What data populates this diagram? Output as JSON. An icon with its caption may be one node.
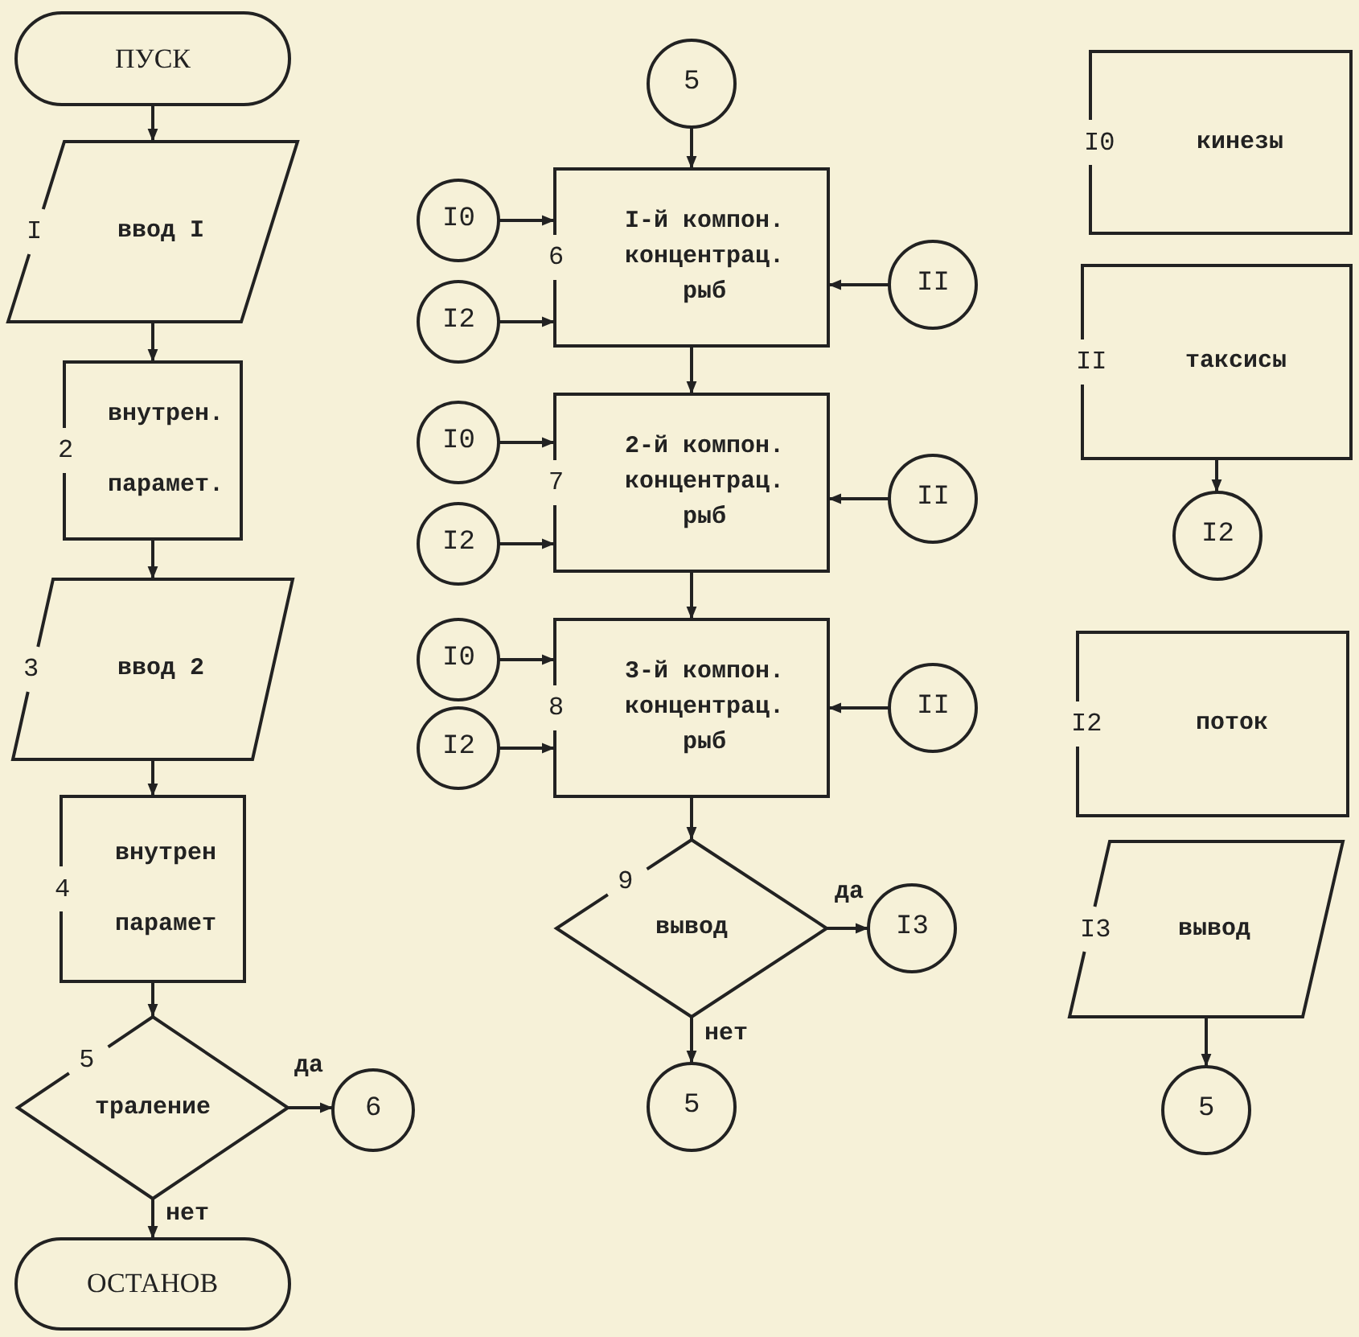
{
  "diagram": {
    "nodes": [
      {
        "text": [
          "ПУСК"
        ]
      },
      {
        "text": [
          "I",
          "ввод I"
        ]
      },
      {
        "text": [
          "2",
          "внутрен. парамет."
        ]
      },
      {
        "text": [
          "3",
          "ввод 2"
        ]
      },
      {
        "text": [
          "4",
          "внутрен парамет"
        ]
      },
      {
        "text": [
          "5",
          "траление"
        ]
      },
      {
        "text": [
          "6"
        ]
      },
      {
        "text": [
          "ОСТАНОВ"
        ]
      },
      {
        "text": [
          "5"
        ]
      },
      {
        "text": [
          "I0"
        ]
      },
      {
        "text": [
          "6",
          "I-й компон. концентрац. рыб"
        ]
      },
      {
        "text": [
          "I2"
        ]
      },
      {
        "text": [
          "II"
        ]
      },
      {
        "text": [
          "I0"
        ]
      },
      {
        "text": [
          "7",
          "2-й компон. концентрац. рыб"
        ]
      },
      {
        "text": [
          "I2"
        ]
      },
      {
        "text": [
          "II"
        ]
      },
      {
        "text": [
          "I0"
        ]
      },
      {
        "text": [
          "8",
          "3-й компон. концентрац. рыб"
        ]
      },
      {
        "text": [
          "I2"
        ]
      },
      {
        "text": [
          "II"
        ]
      },
      {
        "text": [
          "9",
          "вывод"
        ]
      },
      {
        "text": [
          "I3"
        ]
      },
      {
        "text": [
          "5"
        ]
      },
      {
        "text": [
          "I0",
          "кинезы"
        ]
      },
      {
        "text": [
          "II",
          "таксисы"
        ]
      },
      {
        "text": [
          "I2"
        ]
      },
      {
        "text": [
          "I2",
          "поток"
        ]
      },
      {
        "text": [
          "I3",
          "вывод"
        ]
      },
      {
        "text": [
          "5"
        ]
      }
    ],
    "edges": [
      {
        "from": 0,
        "to": 1,
        "arrow": "to"
      },
      {
        "from": 1,
        "to": 2,
        "arrow": "to"
      },
      {
        "from": 2,
        "to": 3,
        "arrow": "to"
      },
      {
        "from": 3,
        "to": 4,
        "arrow": "to"
      },
      {
        "from": 4,
        "to": 5,
        "arrow": "to"
      },
      {
        "from": 5,
        "to": 6,
        "arrow": "to",
        "label": "да"
      },
      {
        "from": 5,
        "to": 7,
        "arrow": "to",
        "label": "нет"
      },
      {
        "from": 8,
        "to": 10,
        "arrow": "to"
      },
      {
        "from": 9,
        "to": 10,
        "arrow": "to"
      },
      {
        "from": 11,
        "to": 10,
        "arrow": "to"
      },
      {
        "from": 12,
        "to": 10,
        "arrow": "to"
      },
      {
        "from": 10,
        "to": 14,
        "arrow": "to"
      },
      {
        "from": 13,
        "to": 14,
        "arrow": "to"
      },
      {
        "from": 15,
        "to": 14,
        "arrow": "to"
      },
      {
        "from": 16,
        "to": 14,
        "arrow": "to"
      },
      {
        "from": 14,
        "to": 18,
        "arrow": "to"
      },
      {
        "from": 17,
        "to": 18,
        "arrow": "to"
      },
      {
        "from": 19,
        "to": 18,
        "arrow": "to"
      },
      {
        "from": 20,
        "to": 18,
        "arrow": "to"
      },
      {
        "from": 18,
        "to": 21,
        "arrow": "to"
      },
      {
        "from": 21,
        "to": 22,
        "arrow": "to",
        "label": "да"
      },
      {
        "from": 21,
        "to": 23,
        "arrow": "to",
        "label": "нет"
      },
      {
        "from": 25,
        "to": 26,
        "arrow": "to"
      },
      {
        "from": 28,
        "to": 29,
        "arrow": "to"
      }
    ]
  }
}
